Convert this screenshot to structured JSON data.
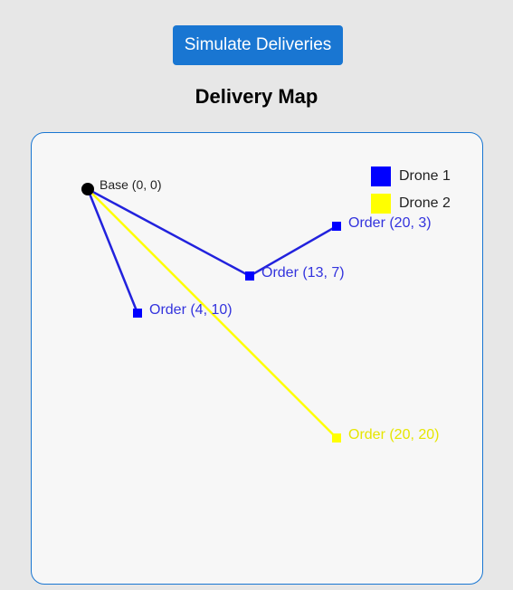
{
  "controls": {
    "simulate_label": "Simulate Deliveries"
  },
  "map": {
    "title": "Delivery Map",
    "base": {
      "label": "Base (0, 0)"
    },
    "orders": [
      {
        "label": "Order (20, 3)",
        "drone": 1
      },
      {
        "label": "Order (13, 7)",
        "drone": 1
      },
      {
        "label": "Order (4, 10)",
        "drone": 1
      },
      {
        "label": "Order (20, 20)",
        "drone": 2
      }
    ],
    "legend": [
      {
        "label": "Drone 1",
        "color": "#0000ff"
      },
      {
        "label": "Drone 2",
        "color": "#ffff00"
      }
    ],
    "colors": {
      "drone1": "#0000ff",
      "drone2": "#ffff00",
      "route1": "#2222dd",
      "base": "#000000",
      "border": "#1976d2"
    }
  }
}
